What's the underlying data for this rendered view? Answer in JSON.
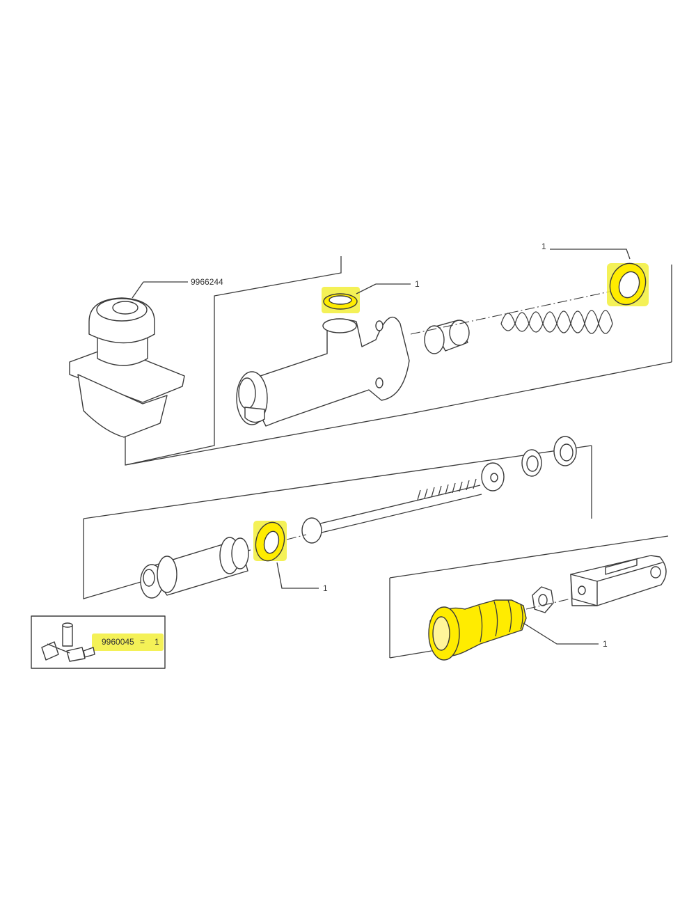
{
  "labels": {
    "reservoir_part": "9966244",
    "seal_top_ref": "1",
    "ring_right_ref": "1",
    "piston_seal_ref": "1",
    "boot_ref": "1"
  },
  "kit_box": {
    "part_number": "9960045",
    "equals": "=",
    "quantity": "1"
  },
  "colors": {
    "highlight": "#ffec00",
    "line": "#3a3a3a",
    "background": "#ffffff"
  }
}
